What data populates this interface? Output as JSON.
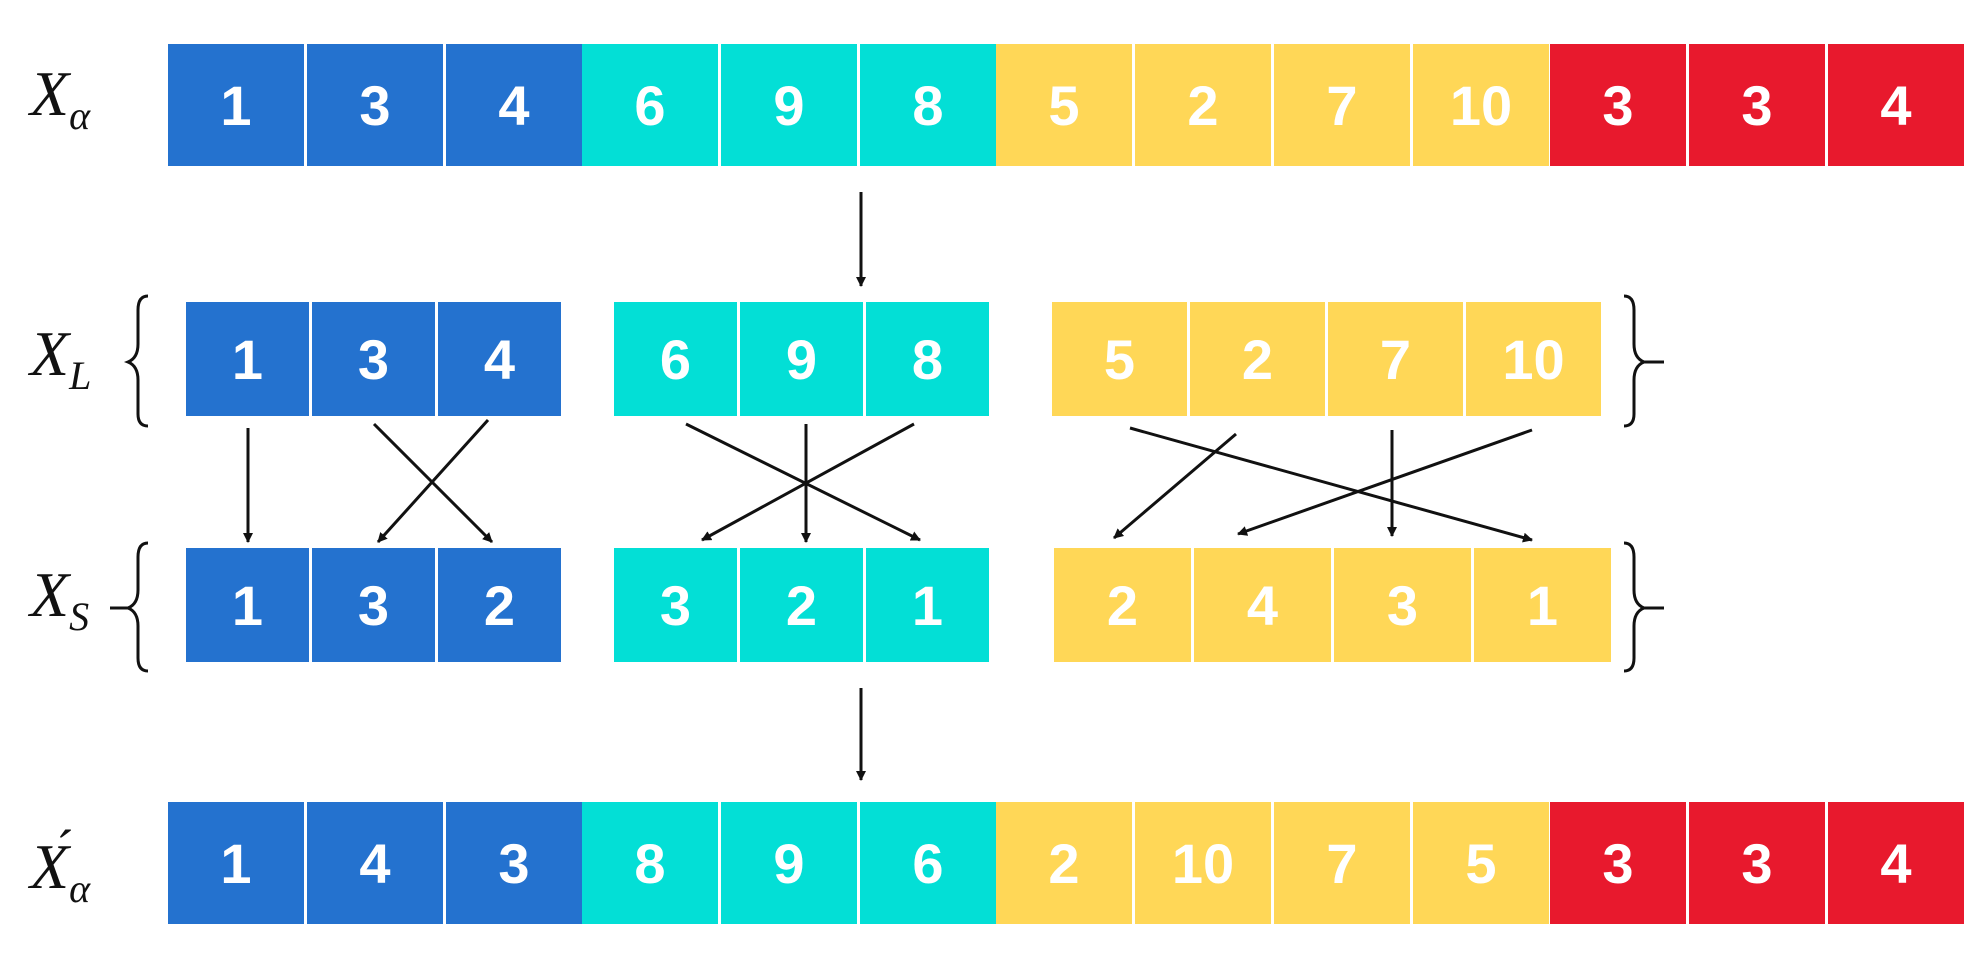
{
  "colors": {
    "blue": "#2472cf",
    "cyan": "#03dfd6",
    "yellow": "#ffd757",
    "red": "#e8192d",
    "arrow": "#111111"
  },
  "labels": {
    "x_alpha": {
      "base": "X",
      "sub": "α"
    },
    "x_l": {
      "base": "X",
      "sub": "L"
    },
    "x_s": {
      "base": "X",
      "sub": "S"
    },
    "x_alpha_prime": {
      "base": "X",
      "sub": "α",
      "mark": "´"
    }
  },
  "rows": {
    "x_alpha": {
      "blue": [
        "1",
        "3",
        "4"
      ],
      "cyan": [
        "6",
        "9",
        "8"
      ],
      "yellow": [
        "5",
        "2",
        "7",
        "10"
      ],
      "red": [
        "3",
        "3",
        "4"
      ]
    },
    "x_l": {
      "blue": [
        "1",
        "3",
        "4"
      ],
      "cyan": [
        "6",
        "9",
        "8"
      ],
      "yellow": [
        "5",
        "2",
        "7",
        "10"
      ]
    },
    "x_s": {
      "blue": [
        "1",
        "3",
        "2"
      ],
      "cyan": [
        "3",
        "2",
        "1"
      ],
      "yellow": [
        "2",
        "4",
        "3",
        "1"
      ]
    },
    "x_alpha_prime": {
      "blue": [
        "1",
        "4",
        "3"
      ],
      "cyan": [
        "8",
        "9",
        "6"
      ],
      "yellow": [
        "2",
        "10",
        "7",
        "5"
      ],
      "red": [
        "3",
        "3",
        "4"
      ]
    }
  }
}
